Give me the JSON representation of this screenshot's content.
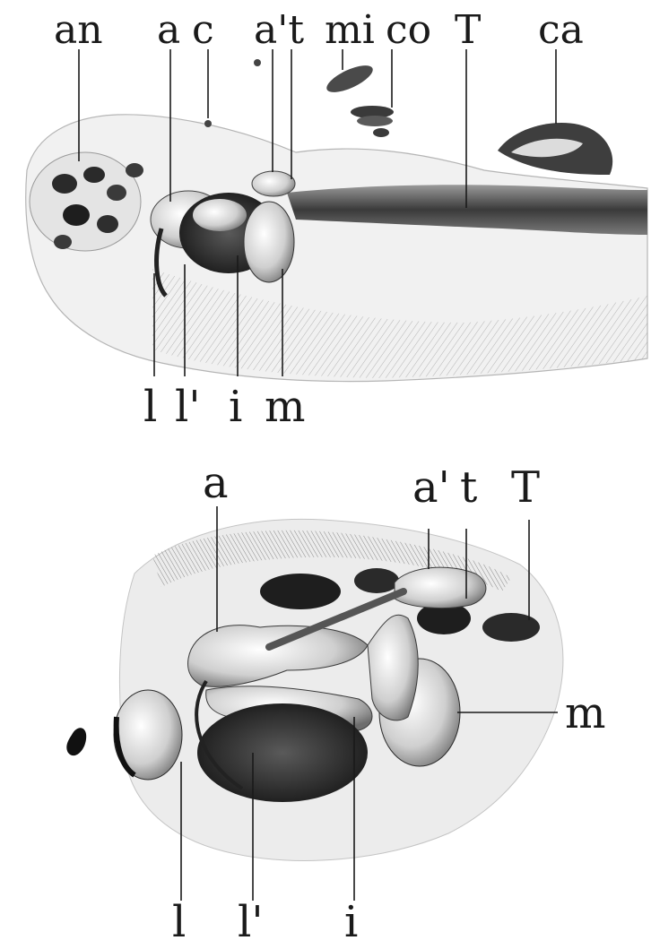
{
  "figure_top": {
    "labels_top": [
      "an",
      "a",
      "c",
      "a't",
      "mi",
      "co",
      "T",
      "ca"
    ],
    "labels_bottom": [
      "l",
      "l'",
      "i",
      "m"
    ]
  },
  "figure_bottom": {
    "labels_top": [
      "a",
      "a'",
      "t",
      "T"
    ],
    "labels_right": [
      "m"
    ],
    "labels_bottom": [
      "l",
      "l'",
      "i"
    ]
  },
  "colors": {
    "ink": "#1a1a1a",
    "shade_dark": "#2b2b2b",
    "shade_mid": "#8a8a8a",
    "shade_light": "#d9d9d9",
    "paper": "#ffffff"
  }
}
